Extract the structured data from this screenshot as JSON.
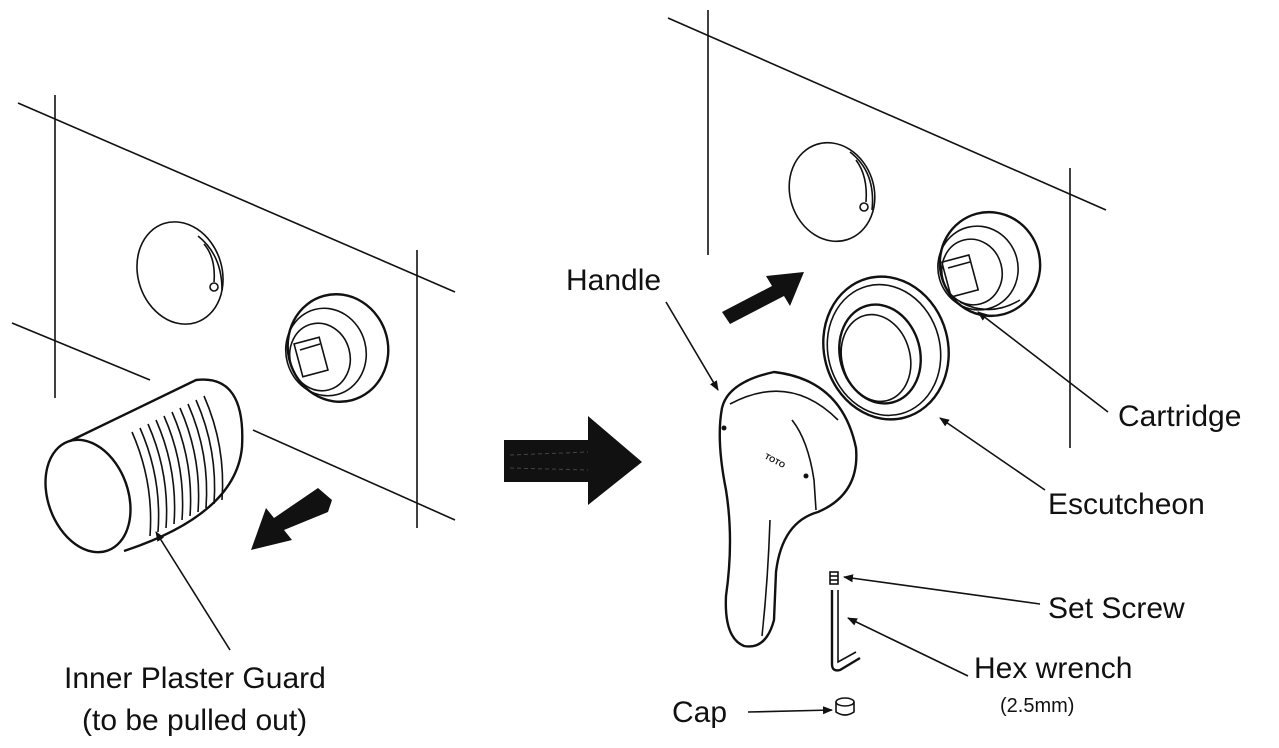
{
  "labels": {
    "handle": "Handle",
    "cartridge": "Cartridge",
    "escutcheon": "Escutcheon",
    "set_screw": "Set Screw",
    "hex_wrench": "Hex wrench",
    "hex_wrench_size": "(2.5mm)",
    "cap": "Cap",
    "inner_guard_line1": "Inner Plaster Guard",
    "inner_guard_line2": "(to be pulled out)",
    "handle_logo": "TOTO"
  },
  "colors": {
    "ink": "#111111",
    "background": "#ffffff"
  },
  "icons": [
    "arrow-icon"
  ]
}
